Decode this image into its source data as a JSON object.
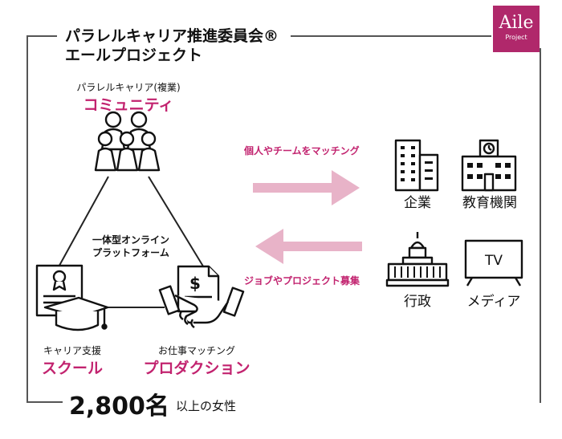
{
  "title": {
    "line1": "パラレルキャリア推進委員会®",
    "line2": "エールプロジェクト"
  },
  "logo": {
    "main": "Aile",
    "sub": "Project",
    "color": "#b0286b"
  },
  "community": {
    "caption": "パラレルキャリア(複業)",
    "label": "コミュニティ",
    "icon": "people-group-icon"
  },
  "platform": {
    "line1": "一体型オンライン",
    "line2": "プラットフォーム"
  },
  "school": {
    "caption": "キャリア支援",
    "label": "スクール",
    "icon": "certificate-graduation-icon"
  },
  "production": {
    "caption": "お仕事マッチング",
    "label": "プロダクション",
    "icon": "handshake-contract-icon"
  },
  "arrows": {
    "right_label": "個人やチームをマッチング",
    "left_label": "ジョブやプロジェクト募集",
    "color": "#e8b3c8"
  },
  "partners": [
    {
      "label": "企業",
      "icon": "office-building-icon"
    },
    {
      "label": "教育機関",
      "icon": "school-building-icon"
    },
    {
      "label": "行政",
      "icon": "government-building-icon"
    },
    {
      "label": "メディア",
      "icon": "tv-icon",
      "screen_text": "TV"
    }
  ],
  "footer": {
    "count": "2,800名",
    "suffix": "以上の女性"
  },
  "colors": {
    "accent": "#c2236f",
    "frame": "#555555"
  }
}
